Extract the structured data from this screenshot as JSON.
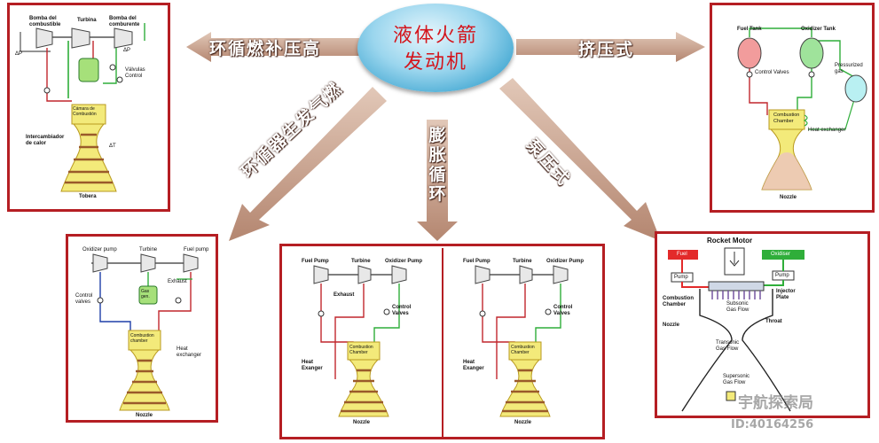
{
  "center": {
    "line1": "液体火箭",
    "line2": "发动机"
  },
  "arrows": {
    "staged_combustion": "环循燃补压高",
    "pressure_fed": "挤压式",
    "gas_generator": "环循器生发气燃",
    "expander": [
      "膨",
      "胀",
      "循",
      "环"
    ],
    "pump_fed": "泵压式"
  },
  "panel_staged": {
    "fuel_pump": "Bomba del\ncombustible",
    "turbine": "Turbina",
    "oxidizer_pump": "Bomba del\ncomburente",
    "dp_left": "ΔP",
    "dp_right": "ΔP",
    "valves": "Válvulas\nControl",
    "chamber": "Cámara de\nCombustión",
    "heat_exchanger": "Intercambiador\nde calor",
    "dt": "ΔT",
    "nozzle": "Tobera"
  },
  "panel_pressure": {
    "fuel_tank": "Fuel Tank",
    "oxidizer_tank": "Oxidizer Tank",
    "control_valves": "Control Valves",
    "pressurized_gas": "Pressurized\ngas",
    "chamber": "Combustion\nChamber",
    "heat_exchanger": "Heat exchanger",
    "nozzle": "Nozzle"
  },
  "panel_gasgen": {
    "oxidizer_pump": "Oxidizer pump",
    "turbine": "Turbine",
    "fuel_pump": "Fuel pump",
    "exhaust": "Exhaust",
    "control_valves": "Control\nvalves",
    "gas_generator": "Gas\ngen.",
    "chamber": "Combustion\nchamber",
    "heat_exchanger": "Heat\nexchanger",
    "nozzle": "Nozzle"
  },
  "panel_expander_a": {
    "fuel_pump": "Fuel Pump",
    "turbine": "Turbine",
    "oxidizer_pump": "Oxidizer Pump",
    "exhaust": "Exhaust",
    "control_valves": "Control\nValves",
    "chamber": "Combustion\nChamber",
    "heat_exchanger": "Heat\nExanger",
    "nozzle": "Nozzle"
  },
  "panel_expander_b": {
    "fuel_pump": "Fuel Pump",
    "turbine": "Turbine",
    "oxidizer_pump": "Oxidizer Pump",
    "control_valves": "Control\nValves",
    "chamber": "Combustion\nChamber",
    "heat_exchanger": "Heat\nExanger",
    "nozzle": "Nozzle"
  },
  "panel_motor": {
    "title": "Rocket Motor",
    "fuel": "Fuel",
    "oxidiser": "Oxidiser",
    "pump_left": "Pump",
    "pump_right": "Pump",
    "combustion_chamber": "Combustion\nChamber",
    "injector_plate": "Injector\nPlate",
    "subsonic": "Subsonic\nGas Flow",
    "throat": "Throat",
    "nozzle": "Nozzle",
    "transonic": "Transonic\nGas Flow",
    "supersonic": "Supersonic\nGas Flow"
  },
  "watermark": {
    "name": "宇航探索局",
    "id": "ID:40164256"
  },
  "colors": {
    "frame": "#b51e23",
    "arrow": "#c8a48f",
    "fuel_line": "#c1272d",
    "ox_line": "#2fae3a",
    "chamber": "#f3ea7a",
    "stripe": "#9a5a2a"
  }
}
